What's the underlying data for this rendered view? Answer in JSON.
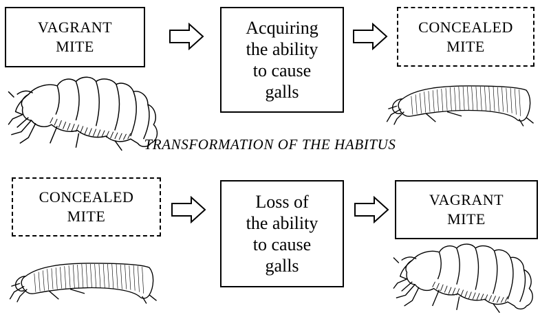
{
  "top_row": {
    "start_box": "VAGRANT\nMITE",
    "process_box": "Acquiring\nthe ability\nto cause\ngalls",
    "end_box": "CONCEALED\nMITE"
  },
  "caption": "TRANSFORMATION OF THE HABITUS",
  "bottom_row": {
    "start_box": "CONCEALED\nMITE",
    "process_box": "Loss of\nthe ability\nto cause\ngalls",
    "end_box": "VAGRANT\nMITE"
  },
  "icons": {
    "arrow": "hollow-right-arrow-icon",
    "vagrant": "vagrant-mite-illustration",
    "concealed": "concealed-mite-illustration"
  }
}
